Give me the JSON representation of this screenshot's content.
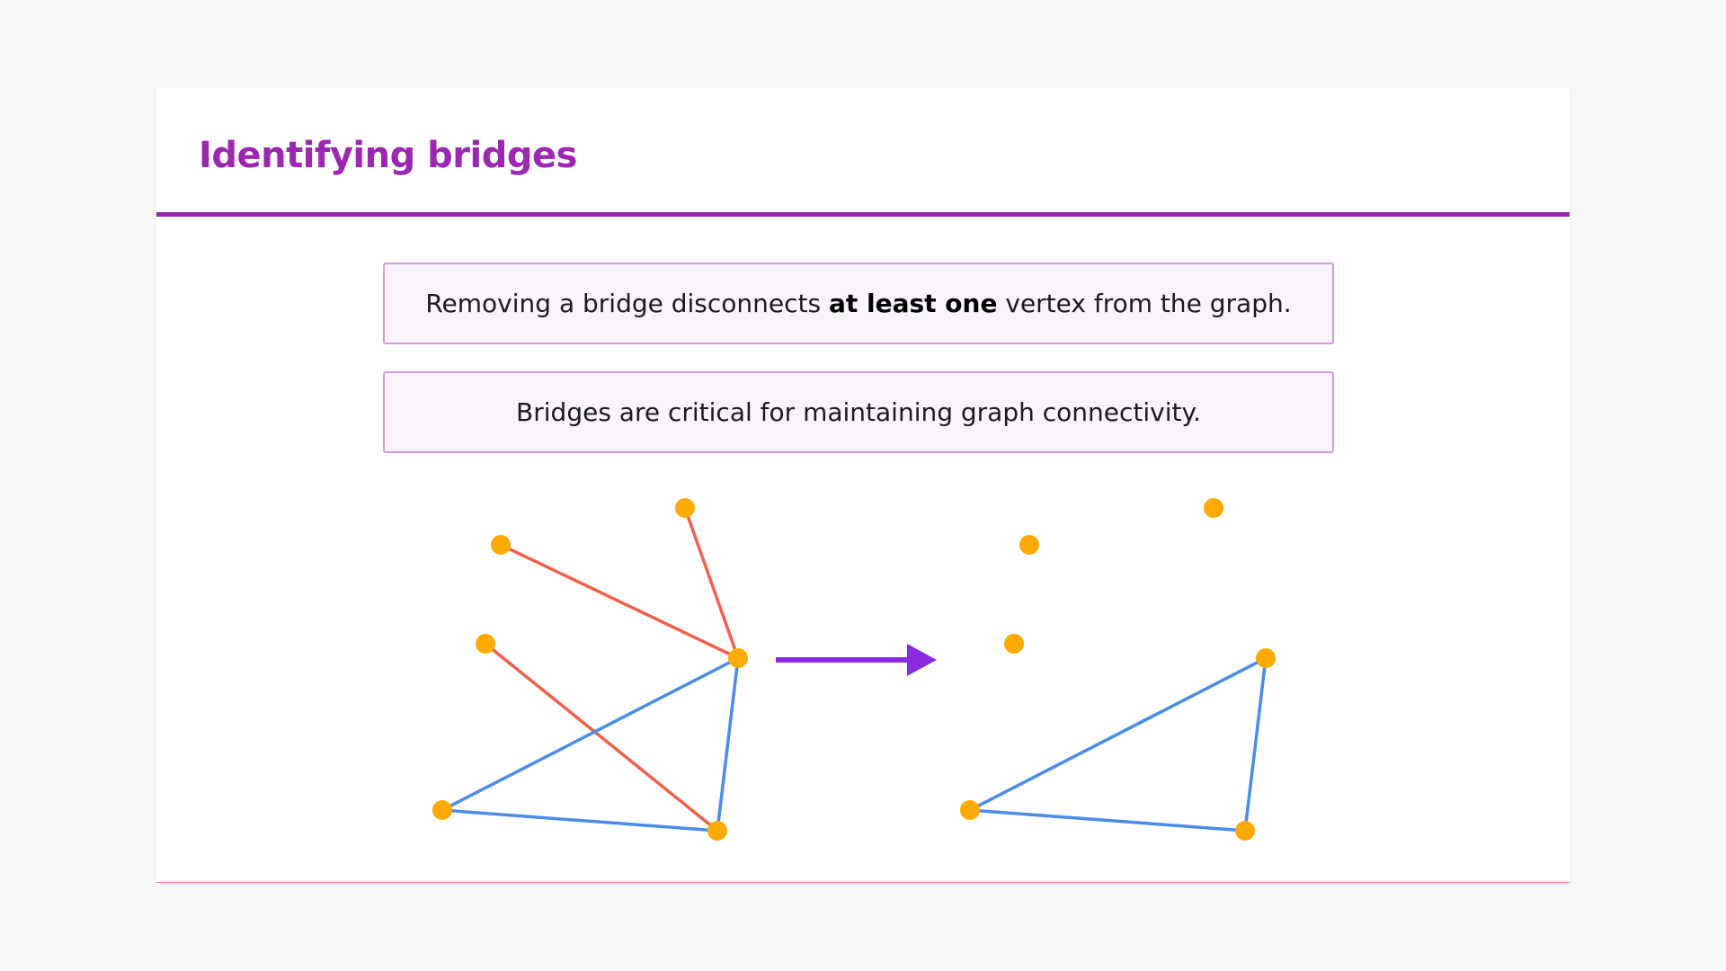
{
  "slide": {
    "title": "Identifying bridges",
    "callout1": {
      "before": "Removing a bridge disconnects ",
      "bold": "at least one",
      "after": " vertex from the graph."
    },
    "callout2": "Bridges are critical for maintaining graph connectivity."
  },
  "diagram": {
    "colors": {
      "bridge_edge": "#f2604c",
      "cycle_edge": "#4a8cea",
      "vertex": "#ffaa00",
      "arrow": "#8a2be2"
    },
    "before_graph": {
      "vertices": [
        "v1",
        "v2",
        "v3",
        "v4",
        "v5",
        "v6"
      ],
      "bridge_edges": [
        [
          "v1",
          "v4"
        ],
        [
          "v2",
          "v4"
        ],
        [
          "v3",
          "v6"
        ]
      ],
      "cycle_edges": [
        [
          "v4",
          "v5"
        ],
        [
          "v5",
          "v6"
        ],
        [
          "v6",
          "v4"
        ]
      ]
    },
    "after_graph": {
      "vertices": [
        "v1",
        "v2",
        "v3",
        "v4",
        "v5",
        "v6"
      ],
      "bridge_edges": [],
      "cycle_edges": [
        [
          "v4",
          "v5"
        ],
        [
          "v5",
          "v6"
        ],
        [
          "v6",
          "v4"
        ]
      ]
    }
  }
}
